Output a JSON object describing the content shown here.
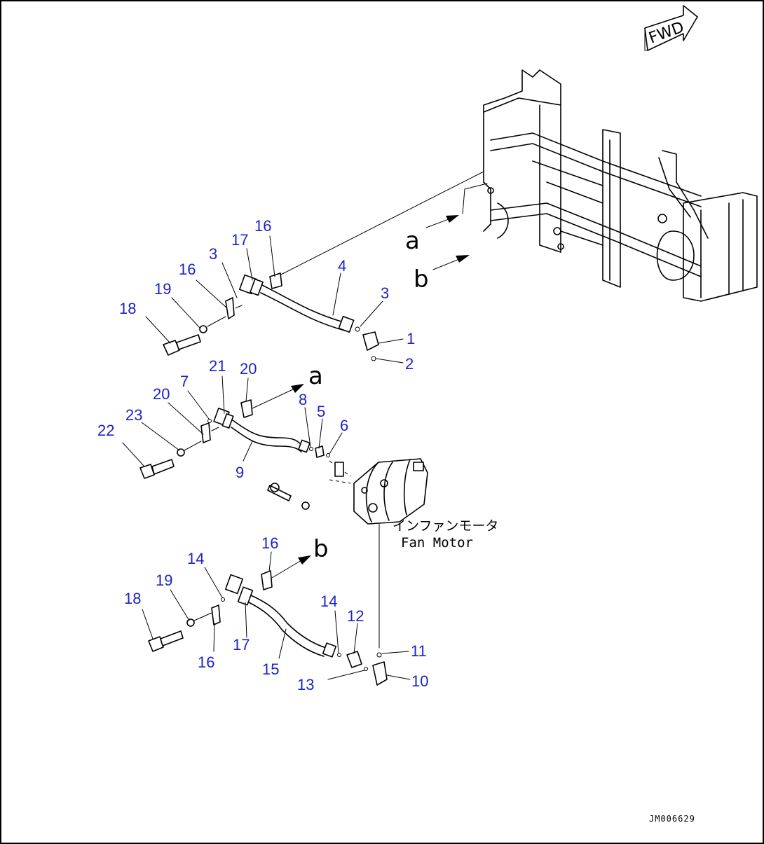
{
  "direction_badge": {
    "text": "FWD",
    "icon": "forward-arrow-icon"
  },
  "ref_markers": {
    "a": "a",
    "b": "b"
  },
  "fan_motor": {
    "label_jp": "インファンモータ",
    "label_en": "Fan Motor"
  },
  "callouts": {
    "c1": "1",
    "c2": "2",
    "c3a": "3",
    "c3b": "3",
    "c4": "4",
    "c5": "5",
    "c6": "6",
    "c7": "7",
    "c8": "8",
    "c9": "9",
    "c10": "10",
    "c11": "11",
    "c12": "12",
    "c13": "13",
    "c14a": "14",
    "c14b": "14",
    "c15": "15",
    "c16a": "16",
    "c16b": "16",
    "c16c": "16",
    "c16d": "16",
    "c17a": "17",
    "c17b": "17",
    "c18a": "18",
    "c18b": "18",
    "c19a": "19",
    "c19b": "19",
    "c20a": "20",
    "c20b": "20",
    "c21": "21",
    "c22": "22",
    "c23": "23"
  },
  "drawing_code": "JM006629",
  "colors": {
    "callout": "#1e22c8",
    "line": "#000000",
    "background": "#ffffff"
  }
}
